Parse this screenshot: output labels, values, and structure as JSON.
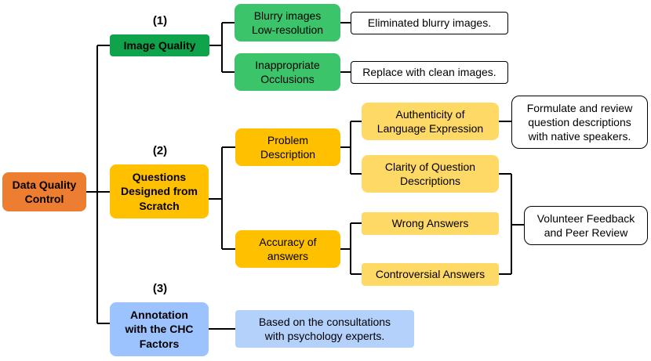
{
  "colors": {
    "root": "#ED7D31",
    "green_dark": "#0FA34B",
    "green": "#3CC46B",
    "orange_yellow": "#FFC000",
    "yellow": "#FFD966",
    "blue": "#9DC3FF",
    "blue_light": "#B4D1FB",
    "line": "#000000"
  },
  "root": {
    "label": "Data Quality\nControl"
  },
  "sections": {
    "image_quality": {
      "number": "(1)",
      "label": "Image Quality",
      "items": [
        {
          "label": "Blurry images\nLow-resolution",
          "action": "Eliminated blurry images."
        },
        {
          "label": "Inappropriate\nOcclusions",
          "action": "Replace with clean images."
        }
      ]
    },
    "questions": {
      "number": "(2)",
      "label": "Questions\nDesigned from\nScratch",
      "problem_description": {
        "label": "Problem\nDescription",
        "authenticity": "Authenticity of\nLanguage Expression",
        "clarity": "Clarity of Question\nDescriptions",
        "native_review": "Formulate and review\nquestion descriptions\nwith native speakers."
      },
      "accuracy": {
        "label": "Accuracy of\nanswers",
        "wrong": "Wrong Answers",
        "controversial": "Controversial Answers"
      },
      "volunteer": "Volunteer Feedback\nand Peer Review"
    },
    "annotation": {
      "number": "(3)",
      "label": "Annotation\nwith the CHC\nFactors",
      "note": "Based on the consultations\nwith psychology experts."
    }
  }
}
